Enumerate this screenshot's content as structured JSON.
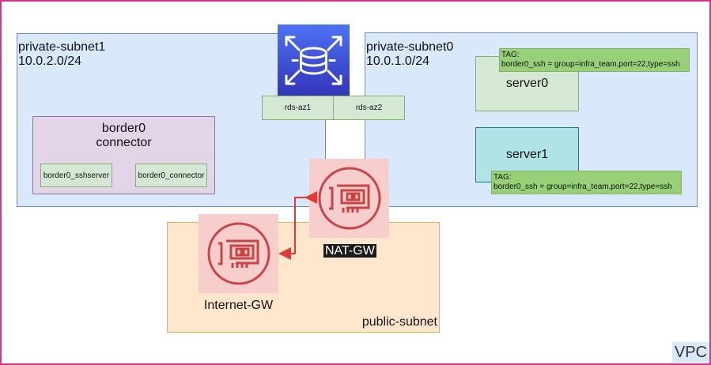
{
  "vpc": {
    "label": "VPC"
  },
  "private_subnet1": {
    "name": "private-subnet1",
    "cidr": "10.0.2.0/24"
  },
  "private_subnet0": {
    "name": "private-subnet0",
    "cidr": "10.0.1.0/24"
  },
  "public_subnet": {
    "name": "public-subnet"
  },
  "border0": {
    "title_line1": "border0",
    "title_line2": "connector",
    "sshserver": "border0_sshserver",
    "connector": "border0_connector"
  },
  "rds": {
    "az1": "rds-az1",
    "az2": "rds-az2",
    "icon": "rds-database-icon"
  },
  "server0": {
    "name": "server0",
    "tag_label": "TAG:",
    "tag_value": "border0_ssh = group=infra_team,port=22,type=ssh"
  },
  "server1": {
    "name": "server1",
    "tag_label": "TAG:",
    "tag_value": "border0_ssh = group=infra_team,port=22,type=ssh"
  },
  "nat_gw": {
    "label": "NAT-GW",
    "icon": "network-card-icon"
  },
  "internet_gw": {
    "label": "Internet-GW",
    "icon": "network-card-icon"
  },
  "colors": {
    "vpc_border": "#d6338a",
    "subnet_fill": "#dae8fc",
    "public_fill": "#ffe6cc",
    "tag_fill": "#97d077",
    "gateway_fill": "#f8cecc",
    "gateway_icon": "#c94545",
    "arrow": "#e53935"
  }
}
